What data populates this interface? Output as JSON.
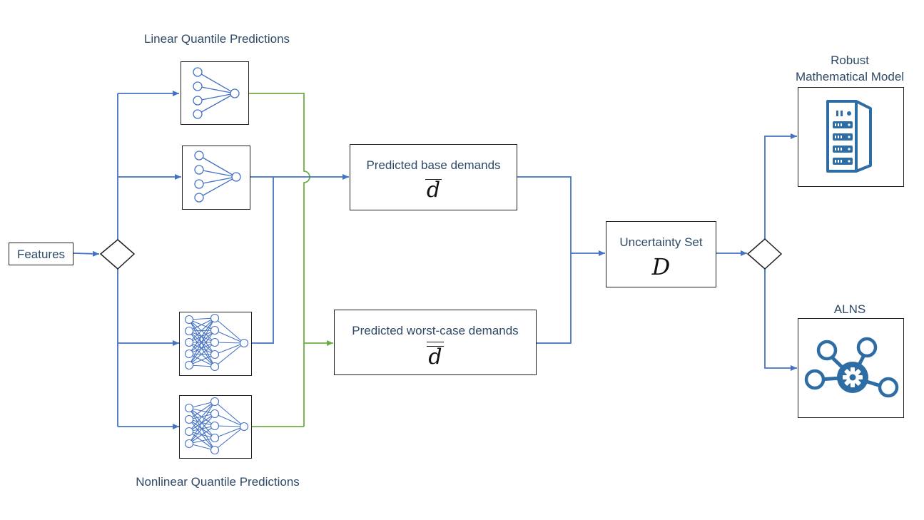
{
  "labels": {
    "linear_quantile": "Linear Quantile Predictions",
    "nonlinear_quantile": "Nonlinear Quantile Predictions",
    "robust_model": "Robust Mathematical Model",
    "robust_model_line1": "Robust",
    "robust_model_line2": "Mathematical Model",
    "alns": "ALNS"
  },
  "features_box": {
    "label": "Features"
  },
  "base_demands_box": {
    "label": "Predicted base demands",
    "symbol": "d"
  },
  "worst_case_box": {
    "label": "Predicted worst-case demands",
    "symbol": "d"
  },
  "uncertainty_box": {
    "label": "Uncertainty Set",
    "symbol": "D"
  },
  "colors": {
    "flow_blue": "#4472c4",
    "flow_green": "#70ad47",
    "icon_blue": "#2e6da4",
    "text": "#2f4a66"
  },
  "icons": [
    "linear-network-icon",
    "nonlinear-network-icon",
    "server-rack-icon",
    "gear-network-icon"
  ]
}
